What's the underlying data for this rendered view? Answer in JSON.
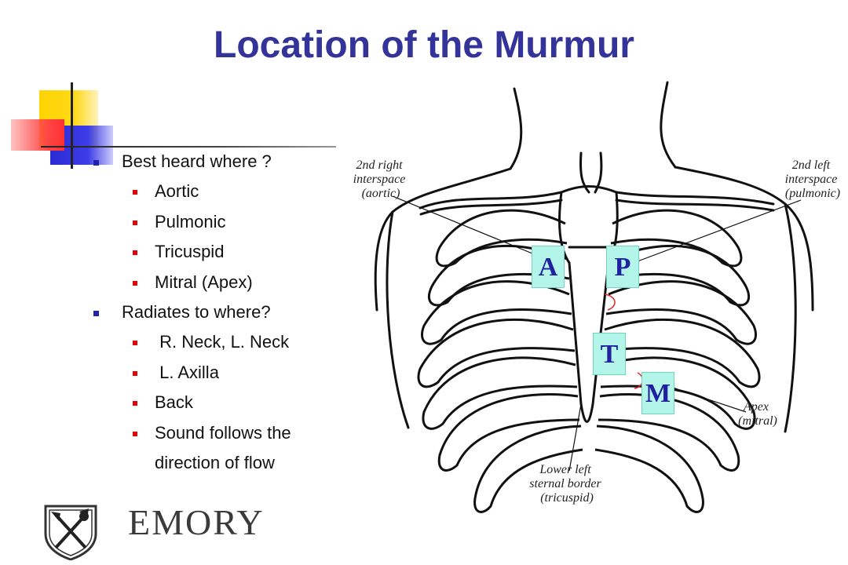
{
  "slide": {
    "title": "Location of the Murmur",
    "bullets": [
      {
        "level": 1,
        "text": "Best heard where ?"
      },
      {
        "level": 2,
        "text": "Aortic"
      },
      {
        "level": 2,
        "text": "Pulmonic"
      },
      {
        "level": 2,
        "text": "Tricuspid"
      },
      {
        "level": 2,
        "text": "Mitral (Apex)"
      },
      {
        "level": 1,
        "text": "Radiates to where?"
      },
      {
        "level": 2,
        "text": " R. Neck, L. Neck"
      },
      {
        "level": 2,
        "text": " L. Axilla"
      },
      {
        "level": 2,
        "text": "Back"
      },
      {
        "level": 2,
        "text": "Sound follows the"
      },
      {
        "level": 2,
        "text": "direction of flow",
        "continuation": true
      }
    ]
  },
  "figure": {
    "labels": {
      "right_interspace": [
        "2nd right",
        "interspace",
        "(aortic)"
      ],
      "left_interspace": [
        "2nd left",
        "interspace",
        "(pulmonic)"
      ],
      "apex": [
        "Apex",
        "(mitral)"
      ],
      "sternal": [
        "Lower left",
        "sternal border",
        "(tricuspid)"
      ]
    },
    "markers": {
      "aortic": "A",
      "pulmonic": "P",
      "tricuspid": "T",
      "mitral": "M"
    }
  },
  "logo": {
    "text": "EMORY"
  },
  "colors": {
    "title": "#333399",
    "marker_fill": "#b3f5e8",
    "marker_text": "#2020a0",
    "sub_bullet": "#e60000",
    "main_bullet": "#2222aa"
  }
}
